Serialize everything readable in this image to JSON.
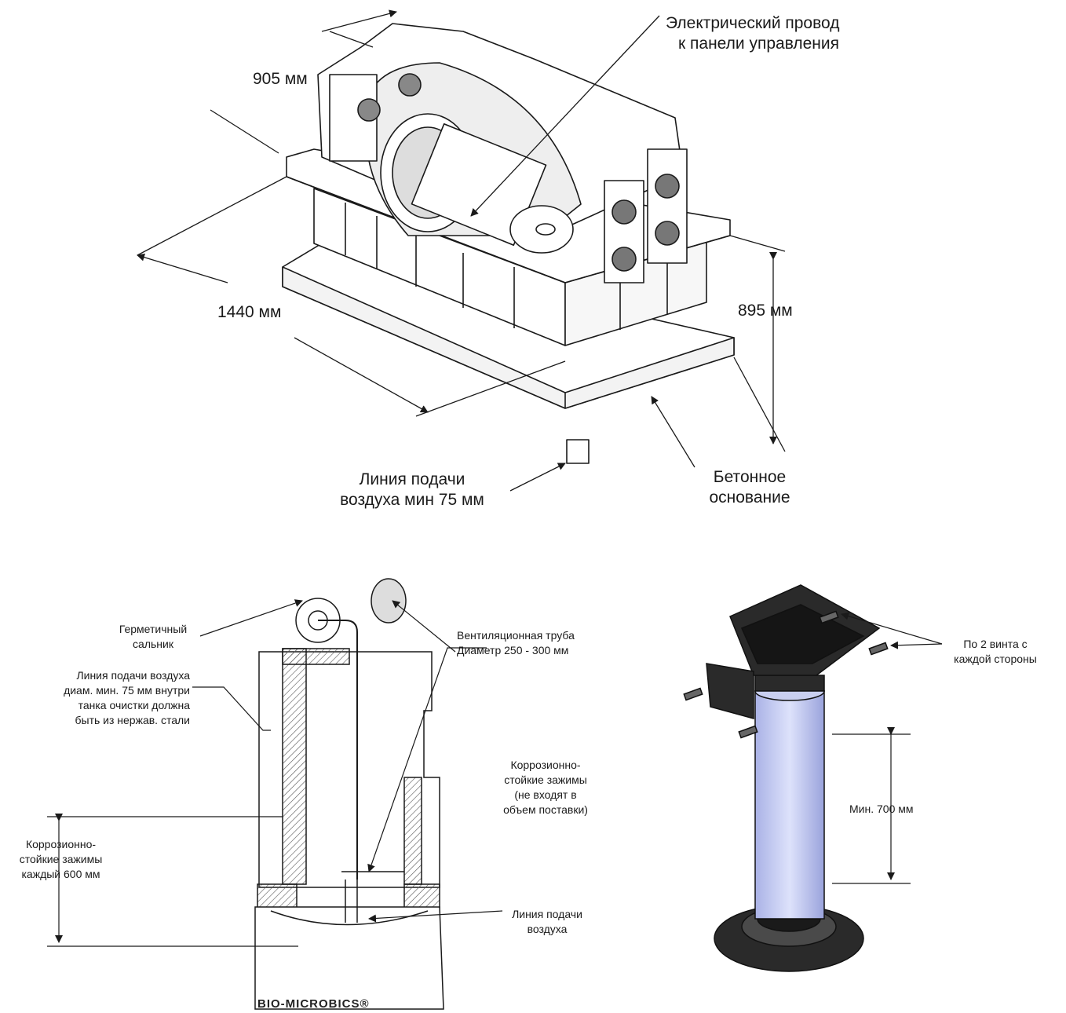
{
  "top_figure": {
    "dim_width": "905 мм",
    "dim_length": "1440 мм",
    "dim_height": "895 мм",
    "cable_label_line1": "Электрический провод",
    "cable_label_line2": "к панели управления",
    "airline_label_line1": "Линия подачи",
    "airline_label_line2": "воздуха мин 75 мм",
    "base_label_line1": "Бетонное",
    "base_label_line2": "основание"
  },
  "section_figure": {
    "seal_line1": "Герметичный",
    "seal_line2": "сальник",
    "air_inside_line1": "Линия подачи воздуха",
    "air_inside_line2": "диам. мин. 75 мм внутри",
    "air_inside_line3": "танка очистки должна",
    "air_inside_line4": "быть из нержав. стали",
    "vent_line1": "Вентиляционная труба",
    "vent_line2": "Диаметр 250 - 300 мм",
    "clamps_line1": "Коррозионно-",
    "clamps_line2": "стойкие зажимы",
    "clamps_line3": "(не входят в",
    "clamps_line4": "объем поставки)",
    "clamps_every_line1": "Коррозионно-",
    "clamps_every_line2": "стойкие зажимы",
    "clamps_every_line3": "каждый 600 мм",
    "air_line1": "Линия подачи",
    "air_line2": "воздуха",
    "brand": "BIO-MICROBICS®"
  },
  "mount_figure": {
    "screws_line1": "По 2 винта с",
    "screws_line2": "каждой стороны",
    "min_height": "Мин. 700 мм"
  },
  "colors": {
    "ink": "#1a1a1a",
    "pipe_fill": "#c9cff0",
    "mount_dark": "#2a2a2a"
  }
}
